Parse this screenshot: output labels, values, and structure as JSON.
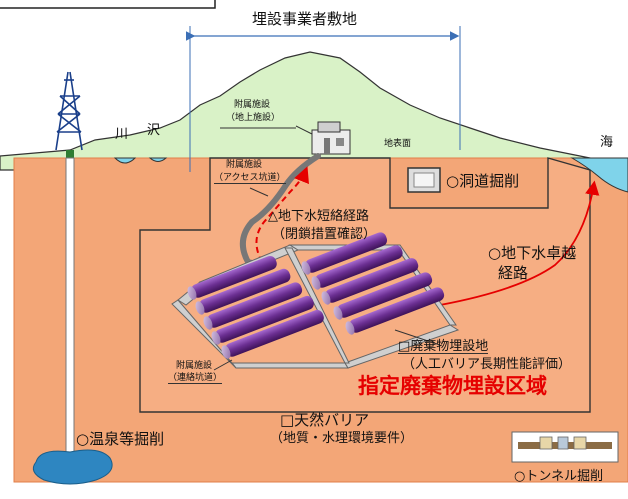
{
  "diagram": {
    "title": "埋設事業者敷地",
    "labels": {
      "river_kawa": "川",
      "river_sawa": "沢",
      "sea": "海",
      "ground_surface": "地表面",
      "facility_above_1": "附属施設",
      "facility_above_2": "（地上施設）",
      "access_shaft_1": "附属施設",
      "access_shaft_2": "（アクセス坑道）",
      "connecting_tunnel_1": "附属施設",
      "connecting_tunnel_2": "（連絡坑道）",
      "gw_short_1": "△地下水短絡経路",
      "gw_short_2": "（閉鎖措置確認）",
      "cave_excavation": "○洞道掘削",
      "gw_preferential_1": "○地下水卓越",
      "gw_preferential_2": "経路",
      "waste_site": "□廃棄物埋設地",
      "waste_site_sub": "（人工バリア長期性能評価）",
      "designated_area": "指定廃棄物埋設区域",
      "natural_barrier": "□天然バリア",
      "natural_barrier_sub": "（地質・水理環境要件）",
      "hot_spring": "○温泉等掘削",
      "tunnel_excavation": "○トンネル掘削"
    },
    "colors": {
      "underground": "#f3a677",
      "underground_stroke": "#e27f49",
      "hill": "#d9f2c7",
      "sea": "#7fd3ea",
      "waste_tube": "#7b3da0",
      "designated_text": "#e60000",
      "gw_arrow": "#e60000",
      "title_arrow": "#3b6fb6"
    }
  }
}
